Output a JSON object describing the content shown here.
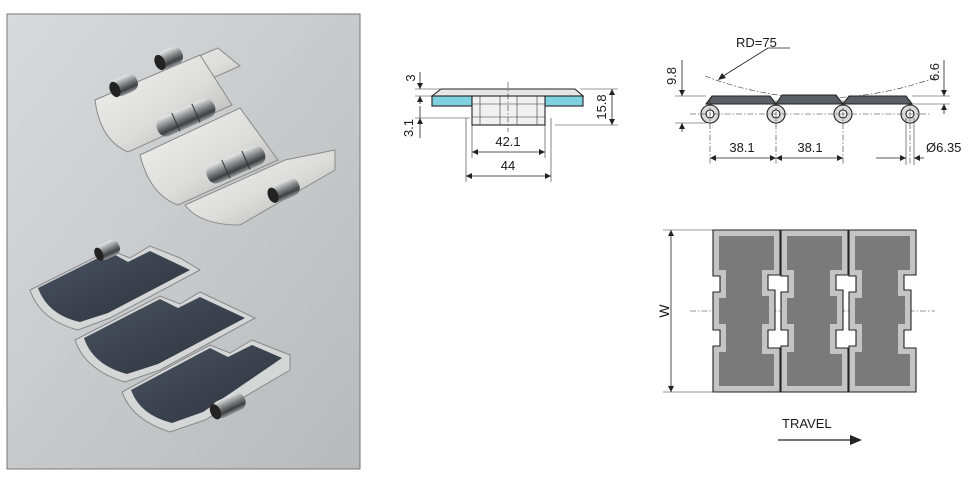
{
  "photo": {
    "top_chain": "stainless steel flat-top chain links with hinge barrels",
    "bottom_chain": "chain links with dark rubber top inserts"
  },
  "side_view": {
    "dim_top_thickness": "3",
    "dim_bottom_offset": "3.1",
    "dim_height": "15.8",
    "dim_inner_width": "42.1",
    "dim_outer_width": "44"
  },
  "pitch_view": {
    "radius_label": "RD=75",
    "dim_height": "9.8",
    "dim_plate": "6.6",
    "dim_pitch_1": "38.1",
    "dim_pitch_2": "38.1",
    "dim_pin": "Ø6.35"
  },
  "top_view": {
    "width_label": "W",
    "travel_label": "TRAVEL"
  },
  "colors": {
    "insert_cyan": "#7fd0e0",
    "rubber_dark": "#3b4250",
    "plate_gray": "#9a9a9a",
    "panel_bg": "#c9cbcd"
  }
}
